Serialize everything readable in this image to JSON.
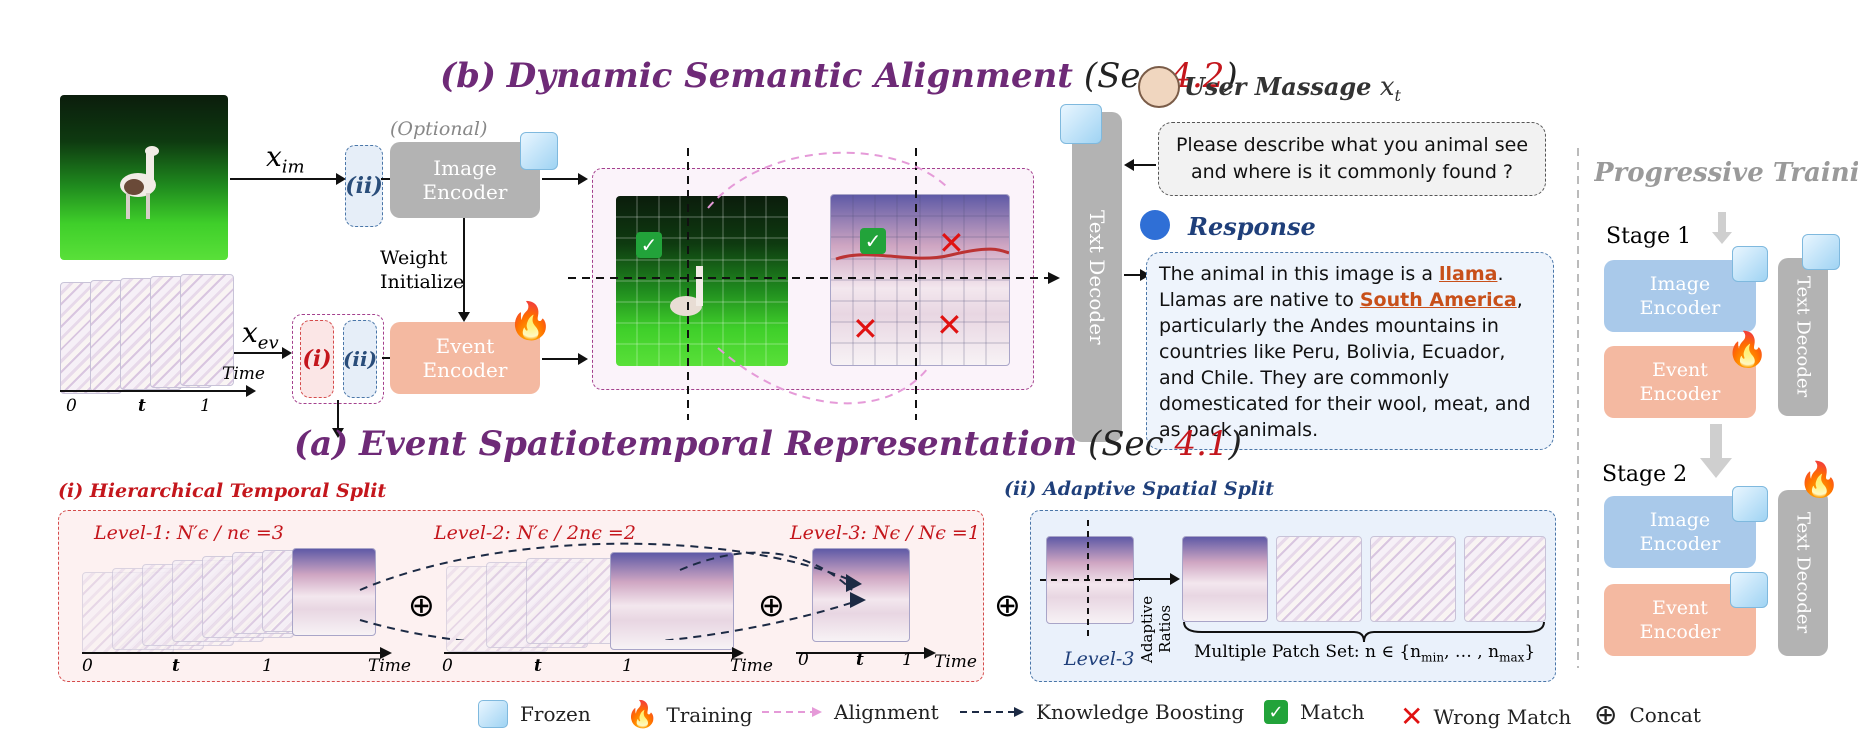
{
  "titles": {
    "b_label": "(b)",
    "b_text": "Dynamic Semantic Alignment",
    "b_sec_prefix": "(Sec.",
    "b_sec_num": "4.2",
    "b_sec_suffix": ")",
    "a_label": "(a)",
    "a_text": "Event Spatiotemporal Representation",
    "a_sec_prefix": "(Sec ",
    "a_sec_num": "4.1",
    "a_sec_suffix": ")"
  },
  "inputs": {
    "x_im": "x",
    "x_im_sub": "im",
    "x_ev": "x",
    "x_ev_sub": "ev",
    "time_label": "Time",
    "tick_0": "0",
    "tick_t": "t",
    "tick_1": "1"
  },
  "branches": {
    "ii_top": "(ii)",
    "i_bottom": "(i)",
    "ii_bottom": "(ii)",
    "optional": "(Optional)",
    "image_encoder": "Image Encoder",
    "weight_init": "Weight Initialize",
    "event_encoder": "Event Encoder",
    "text_decoder": "Text Decoder"
  },
  "chat": {
    "user_title": "User Massage",
    "user_var": "x",
    "user_var_sub": "t",
    "user_message": "Please describe what you animal see and where is it commonly found ?",
    "response_title": "Response",
    "response_parts": {
      "p1": "The animal in this image is a ",
      "h1": "llama",
      "p2": ". Llamas are native to ",
      "h2": "South America",
      "p3": ", particularly the Andes mountains in countries like Peru, Bolivia, Ecuador, and Chile. They are commonly domesticated for their wool, meat, and as pack animals."
    }
  },
  "temporal": {
    "title": "(i) Hierarchical Temporal Split",
    "level1": "Level-1: N′ϵ / nϵ =3",
    "level2": "Level-2: N′ϵ / 2nϵ =2",
    "level3": "Level-3: Nϵ / Nϵ =1",
    "time": "Time",
    "t0": "0",
    "tt": "t",
    "t1": "1"
  },
  "spatial": {
    "title": "(ii) Adaptive Spatial Split",
    "level3": "Level-3",
    "adaptive": "Adaptive Ratios",
    "patch_set": "Multiple Patch Set: n ∈ {n",
    "patch_min": "min",
    "patch_mid": ", … , n",
    "patch_max": "max",
    "patch_end": "}"
  },
  "progressive": {
    "title": "Progressive Training",
    "stage1": "Stage 1",
    "stage2": "Stage 2",
    "image_encoder": "Image Encoder",
    "event_encoder": "Event Encoder",
    "text_decoder": "Text Decoder"
  },
  "legend": {
    "frozen": "Frozen",
    "training": "Training",
    "alignment": "Alignment",
    "knowledge": "Knowledge Boosting",
    "match": "Match",
    "wrong": "Wrong Match",
    "concat": "Concat"
  },
  "symbols": {
    "check": "✓",
    "cross": "✕",
    "oplus": "⊕",
    "fire": "🔥"
  },
  "colors": {
    "title_purple": "#6e2a77",
    "section_red": "#c4161c",
    "frozen_gray": "#b3b3b3",
    "training_salmon": "#f4b9a1",
    "encoder_blue": "#a9c9ea",
    "highlight_orange": "#c8501a"
  }
}
